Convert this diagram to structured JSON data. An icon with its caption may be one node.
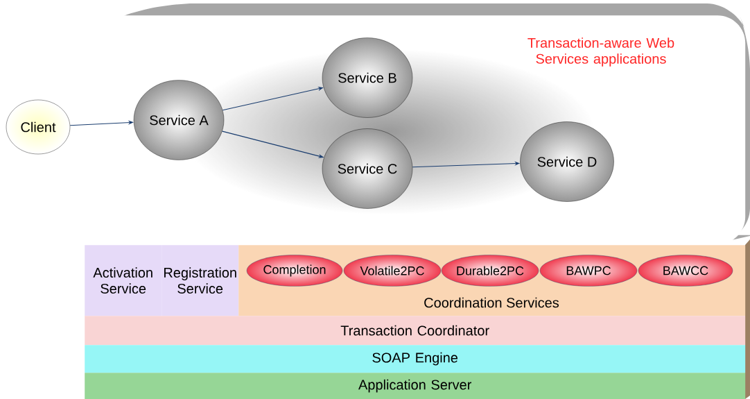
{
  "diagram": {
    "nodes": [
      {
        "text": [
          "Transaction-aware Web Services applications"
        ]
      },
      {
        "text": [
          "Client"
        ]
      },
      {
        "text": [
          "Service A"
        ],
        "in": 0
      },
      {
        "text": [
          "Service B"
        ],
        "in": 0
      },
      {
        "text": [
          "Service C"
        ],
        "in": 0
      },
      {
        "text": [
          "Service D"
        ],
        "in": 0
      },
      {
        "text": [
          "Activation Service"
        ]
      },
      {
        "text": [
          "Registration Service"
        ]
      },
      {
        "text": [
          "Coordination Services"
        ]
      },
      {
        "text": [
          "Completion"
        ],
        "in": 8
      },
      {
        "text": [
          "Volatile2PC"
        ],
        "in": 8
      },
      {
        "text": [
          "Durable2PC"
        ],
        "in": 8
      },
      {
        "text": [
          "BAWPC"
        ],
        "in": 8
      },
      {
        "text": [
          "BAWCC"
        ],
        "in": 8
      },
      {
        "text": [
          "Transaction Coordinator"
        ]
      },
      {
        "text": [
          "SOAP Engine"
        ]
      },
      {
        "text": [
          "Application Server"
        ]
      }
    ],
    "edges": [
      {
        "from": 1,
        "to": 2,
        "arrow": "to"
      },
      {
        "from": 2,
        "to": 3,
        "arrow": "to"
      },
      {
        "from": 2,
        "to": 4,
        "arrow": "to"
      },
      {
        "from": 4,
        "to": 5,
        "arrow": "to"
      }
    ]
  }
}
